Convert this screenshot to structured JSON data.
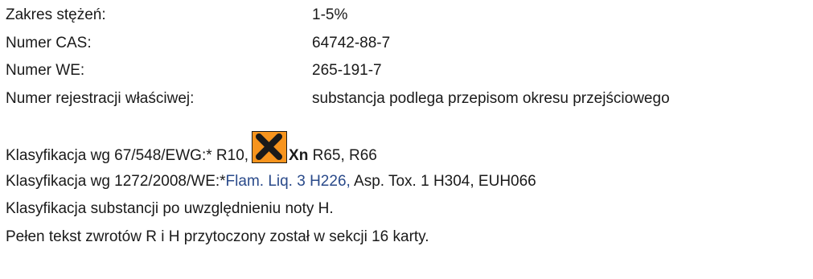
{
  "rows": [
    {
      "label": "Zakres stężeń:",
      "value": "1-5%"
    },
    {
      "label": "Numer CAS:",
      "value": "64742-88-7"
    },
    {
      "label": "Numer WE:",
      "value": "265-191-7"
    },
    {
      "label": "Numer rejestracji właściwej:",
      "value": "substancja podlega przepisom okresu przejściowego"
    }
  ],
  "classification_67": {
    "label": "Klasyfikacja wg 67/548/EWG:*",
    "before_symbol": "R10,",
    "symbol_code": "Xn",
    "after_symbol": "R65, R66",
    "hazard_icon": "harmful-cross-icon",
    "hazard_color": "#f7941d"
  },
  "classification_1272": {
    "label": "Klasyfikacja wg 1272/2008/WE:*",
    "part1": "Flam. Liq. 3 H226,",
    "part2": "Asp. Tox. 1 H304, EUH066"
  },
  "note_h": "Klasyfikacja substancji po uwzględnieniu noty H.",
  "full_text_note": "Pełen tekst zwrotów R i H przytoczony został w sekcji 16 karty."
}
